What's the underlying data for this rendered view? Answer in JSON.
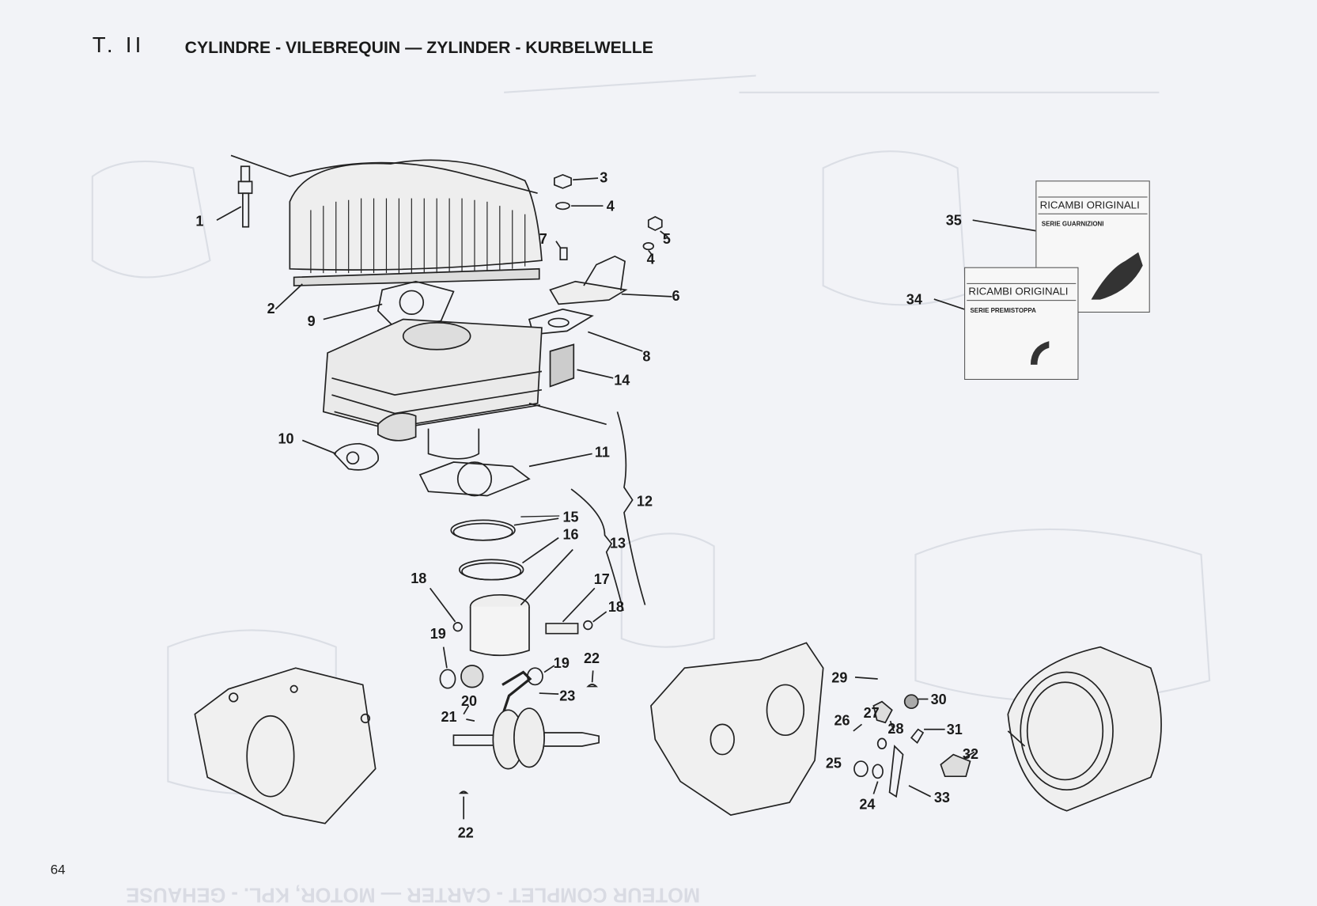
{
  "header": {
    "table_number": "T. II",
    "title": "CYLINDRE - VILEBREQUIN — ZYLINDER - KURBELWELLE"
  },
  "page_number": "64",
  "bleed_through_text": "MOTEUR COMPLET - CARTER — MOTOR, KPL. - GEHAUSE",
  "packages": [
    {
      "ref": "35",
      "brand": "RICAMBI ORIGINALI",
      "series": "SERIE GUARNIZIONI"
    },
    {
      "ref": "34",
      "brand": "RICAMBI ORIGINALI",
      "series": "SERIE PREMISTOPPA"
    }
  ],
  "callouts": [
    "1",
    "2",
    "3",
    "4",
    "5",
    "7",
    "4",
    "6",
    "9",
    "8",
    "14",
    "10",
    "11",
    "12",
    "15",
    "16",
    "13",
    "18",
    "17",
    "18",
    "19",
    "22",
    "19",
    "20",
    "23",
    "21",
    "22",
    "29",
    "30",
    "26",
    "27",
    "28",
    "31",
    "32",
    "25",
    "24",
    "33",
    "35",
    "34"
  ]
}
